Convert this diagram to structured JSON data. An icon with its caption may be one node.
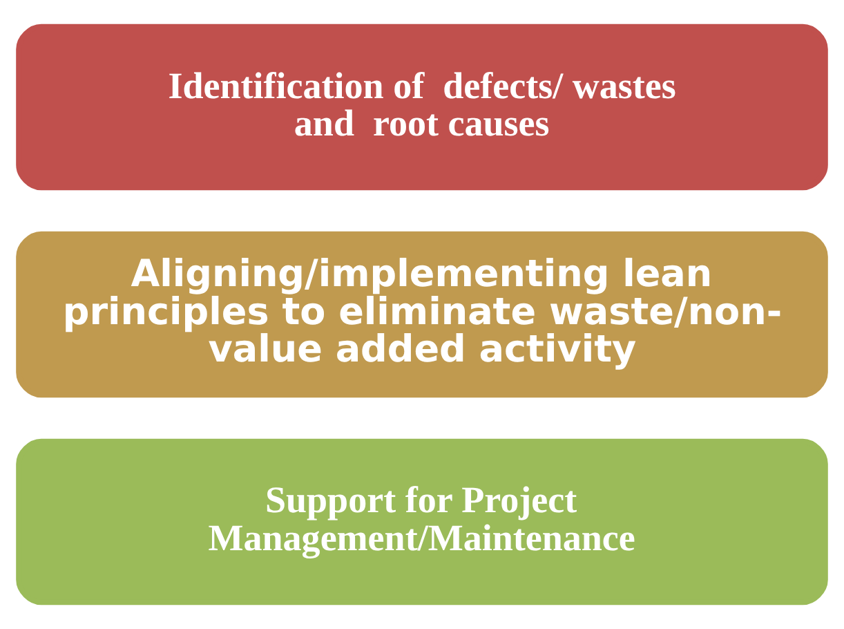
{
  "diagram": {
    "nodes": [
      {
        "text": [
          "Identification of  defects/ wastes and  root causes"
        ]
      },
      {
        "text": [
          "Aligning/implementing lean principles to eliminate waste/non-value added activity"
        ]
      },
      {
        "text": [
          "Support for Project Management/Maintenance"
        ]
      }
    ]
  }
}
